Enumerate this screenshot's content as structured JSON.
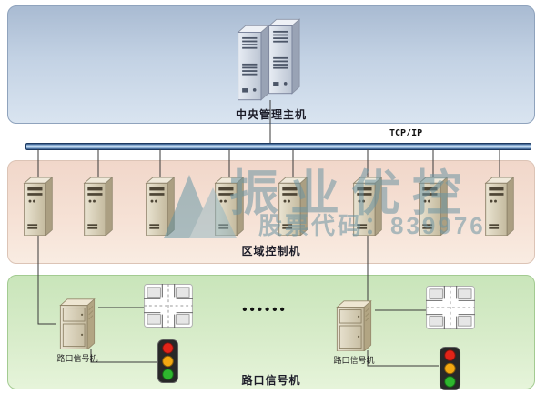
{
  "panels": {
    "central": {
      "label": "中央管理主机"
    },
    "regional": {
      "label": "区域控制机"
    },
    "intersection": {
      "label": "路口信号机"
    }
  },
  "network": {
    "protocol_label": "TCP/IP"
  },
  "devices": {
    "left_cabinet_label": "路口信号机",
    "right_cabinet_label": "路口信号机",
    "ellipsis": "••••••"
  },
  "watermark": {
    "brand": "振业优控",
    "stock": "股票代码：839976"
  },
  "icons": {
    "server": "server-tower-icon",
    "computer": "pc-tower-icon",
    "cabinet": "signal-cabinet-icon",
    "crossroad": "intersection-map-icon",
    "traffic_light": "traffic-light-icon"
  },
  "colors": {
    "panel_central": "#b7c6da",
    "panel_regional": "#f4ded2",
    "panel_intersection": "#d3eac6",
    "bus": "#2c4f80",
    "watermark": "#6c94a3",
    "light_red": "#e22418",
    "light_yellow": "#f2a812",
    "light_green": "#2eb62e"
  }
}
